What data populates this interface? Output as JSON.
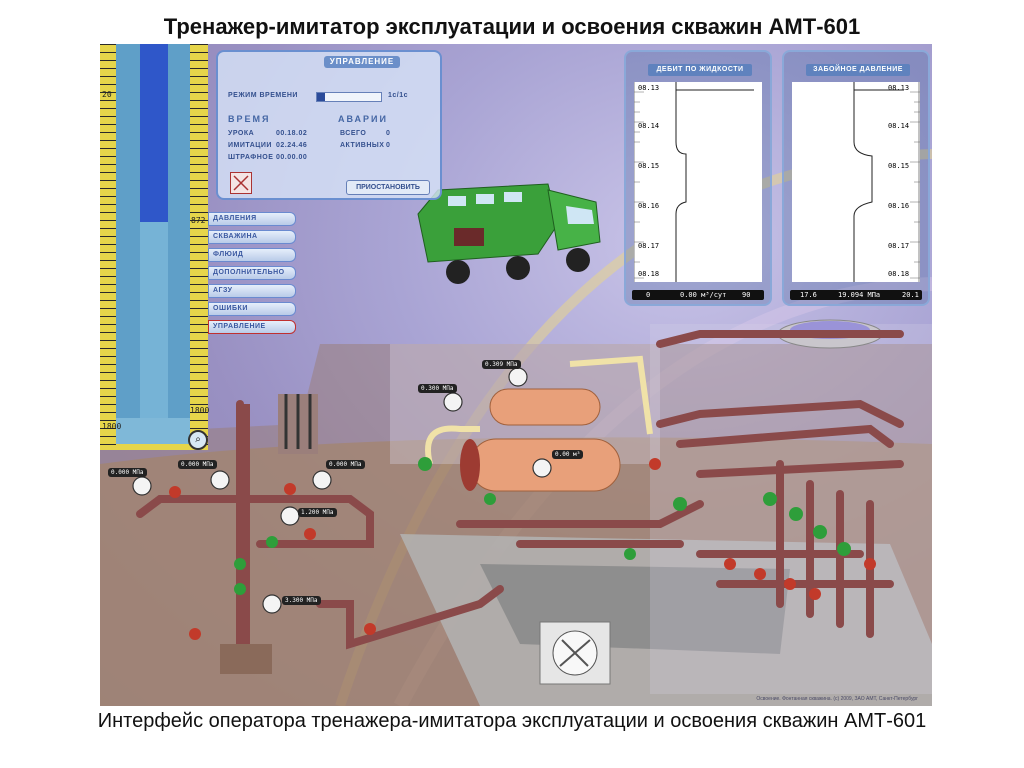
{
  "slide": {
    "title": "Тренажер-имитатор эксплуатации и освоения скважин АМТ-601",
    "caption": "Интерфейс оператора тренажера-имитатора эксплуатации и освоения скважин АМТ-601"
  },
  "well": {
    "depth_top": "20",
    "depth_mid": "872",
    "depth_bottom_left": "1800",
    "depth_bottom_right": "1800",
    "zoom_glyph": "⌕"
  },
  "control_panel": {
    "title": "УПРАВЛЕНИЕ",
    "time_mode_label": "РЕЖИМ ВРЕМЕНИ",
    "time_mode_value": "1с/1с",
    "time_heading": "ВРЕМЯ",
    "alarms_heading": "АВАРИИ",
    "time_rows": [
      {
        "label": "УРОКА",
        "value": "00.18.02"
      },
      {
        "label": "ИМИТАЦИИ",
        "value": "02.24.46"
      },
      {
        "label": "ШТРАФНОЕ",
        "value": "00.00.00"
      }
    ],
    "alarm_rows": [
      {
        "label": "ВСЕГО",
        "value": "0"
      },
      {
        "label": "АКТИВНЫХ",
        "value": "0"
      }
    ],
    "pause_button": "ПРИОСТАНОВИТЬ"
  },
  "nav": {
    "items": [
      {
        "label": "ДАВЛЕНИЯ"
      },
      {
        "label": "СКВАЖИНА"
      },
      {
        "label": "ФЛЮИД"
      },
      {
        "label": "ДОПОЛНИТЕЛЬНО"
      },
      {
        "label": "АГЗУ"
      },
      {
        "label": "ОШИБКИ"
      },
      {
        "label": "УПРАВЛЕНИЕ"
      }
    ]
  },
  "charts": [
    {
      "title": "ДЕБИТ ПО ЖИДКОСТИ",
      "ticks": [
        "08.13",
        "08.14",
        "08.15",
        "08.16",
        "08.17",
        "08.18"
      ],
      "min": "0",
      "value": "0.00 м³/сут",
      "max": "90"
    },
    {
      "title": "ЗАБОЙНОЕ ДАВЛЕНИЕ",
      "ticks": [
        "08.13",
        "08.14",
        "08.15",
        "08.16",
        "08.17",
        "08.18"
      ],
      "min": "17.6",
      "value": "19.094 МПа",
      "max": "20.1"
    }
  ],
  "gauges": {
    "g1": "0.000 МПа",
    "g2": "0.000 МПа",
    "g3": "0.000 МПа",
    "g4": "1.200 МПа",
    "g5": "3.300 МПа",
    "g6": "0.309 МПа",
    "g7": "0.300 МПа",
    "g8": "0.00 м³"
  },
  "copyright": "Освоение. Фонтанная скважина. (с) 2009, ЗАО АМТ, Санкт-Петербург",
  "colors": {
    "pipe": "#8a4a4a",
    "valve_green": "#2e9e3a",
    "valve_red": "#c23a2a",
    "tank": "#e8a07a",
    "panel_blue": "#6b8fc9"
  }
}
